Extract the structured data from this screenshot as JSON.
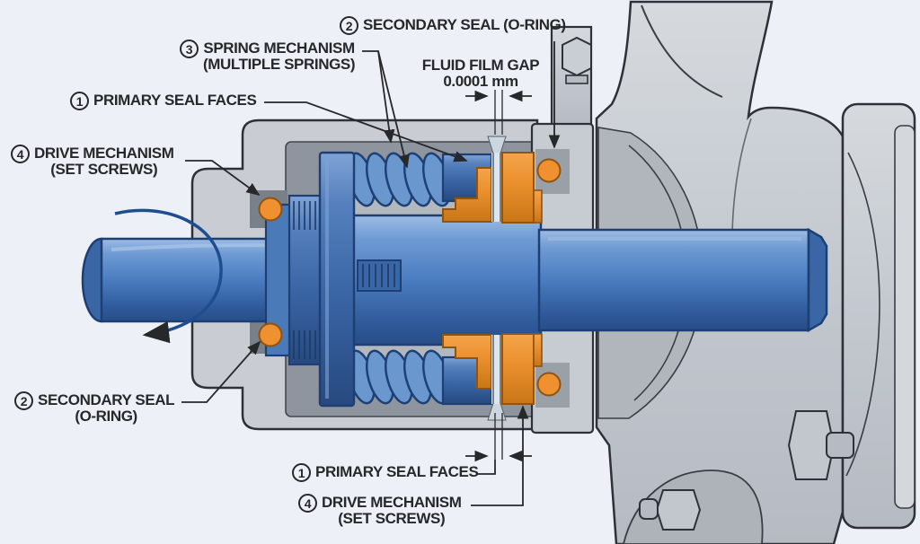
{
  "labels": {
    "secondary_seal_top": {
      "num": "2",
      "lines": [
        "SECONDARY SEAL (O-RING)"
      ]
    },
    "spring_mechanism": {
      "num": "3",
      "lines": [
        "SPRING MECHANISM",
        "(MULTIPLE SPRINGS)"
      ]
    },
    "fluid_film_gap": {
      "lines": [
        "FLUID FILM GAP",
        "0.0001 mm"
      ]
    },
    "primary_seal_top": {
      "num": "1",
      "lines": [
        "PRIMARY SEAL FACES"
      ]
    },
    "drive_mechanism_left": {
      "num": "4",
      "lines": [
        "DRIVE MECHANISM",
        "(SET SCREWS)"
      ]
    },
    "secondary_seal_bottom": {
      "num": "2",
      "lines": [
        "SECONDARY SEAL",
        "(O-RING)"
      ]
    },
    "primary_seal_bottom": {
      "num": "1",
      "lines": [
        "PRIMARY SEAL FACES"
      ]
    },
    "drive_mechanism_bottom": {
      "num": "4",
      "lines": [
        "DRIVE MECHANISM",
        "(SET SCREWS)"
      ]
    }
  },
  "dimension": {
    "name": "FLUID FILM GAP",
    "value": "0.0001 mm"
  },
  "colors": {
    "background": "#edf1f7",
    "shaft_blue": "#4a7cc0",
    "dark_blue": "#2c5693",
    "spring_blue": "#6b97cf",
    "seal_orange": "#ec9130",
    "housing_gray": "#c6cad1",
    "chamber_gray": "#8f959e",
    "outline": "#2e3238",
    "label_text": "#26282a"
  }
}
